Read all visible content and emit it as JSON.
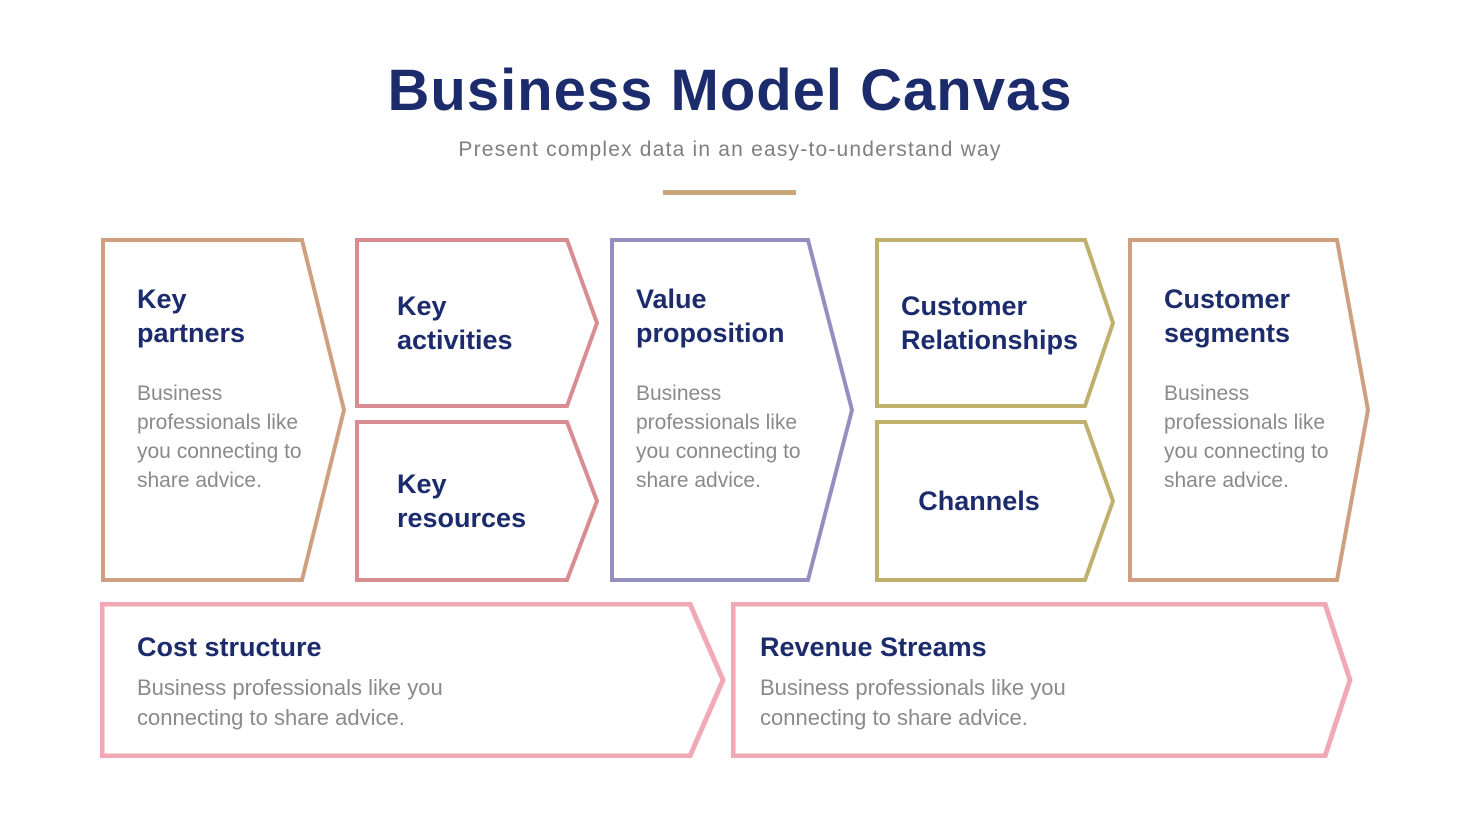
{
  "header": {
    "title": "Business Model Canvas",
    "subtitle": "Present complex data in an easy-to-understand way"
  },
  "colors": {
    "background": "#ffffff",
    "title_navy": "#1c2b6c",
    "subtitle_gray": "#7f7f7f",
    "body_gray": "#8a8a8a",
    "underline_tan": "#c9a77c",
    "tan_border": "#cfa080",
    "rose_border": "#d88d92",
    "purple_border": "#948fc0",
    "olive_border": "#bfb06e",
    "pink_border": "#f2a9b6"
  },
  "blocks": [
    {
      "id": "key-partners",
      "title": "Key partners",
      "description": "Business professionals like you connecting to share advice.",
      "border_color": "#cfa080"
    },
    {
      "id": "key-activities",
      "title": "Key activities",
      "border_color": "#d88d92"
    },
    {
      "id": "key-resources",
      "title": "Key resources",
      "border_color": "#d88d92"
    },
    {
      "id": "value-proposition",
      "title": "Value proposition",
      "description": "Business professionals like you connecting to share advice.",
      "border_color": "#948fc0"
    },
    {
      "id": "customer-relationships",
      "title": "Customer Relationships",
      "border_color": "#bfb06e"
    },
    {
      "id": "channels",
      "title": "Channels",
      "border_color": "#bfb06e"
    },
    {
      "id": "customer-segments",
      "title": "Customer segments",
      "description": "Business professionals like you connecting to share advice.",
      "border_color": "#cfa080"
    },
    {
      "id": "cost-structure",
      "title": "Cost structure",
      "description": "Business professionals like you connecting to share advice.",
      "border_color": "#f2a9b6"
    },
    {
      "id": "revenue-streams",
      "title": "Revenue Streams",
      "description": "Business professionals like you connecting to share advice.",
      "border_color": "#f2a9b6"
    }
  ]
}
